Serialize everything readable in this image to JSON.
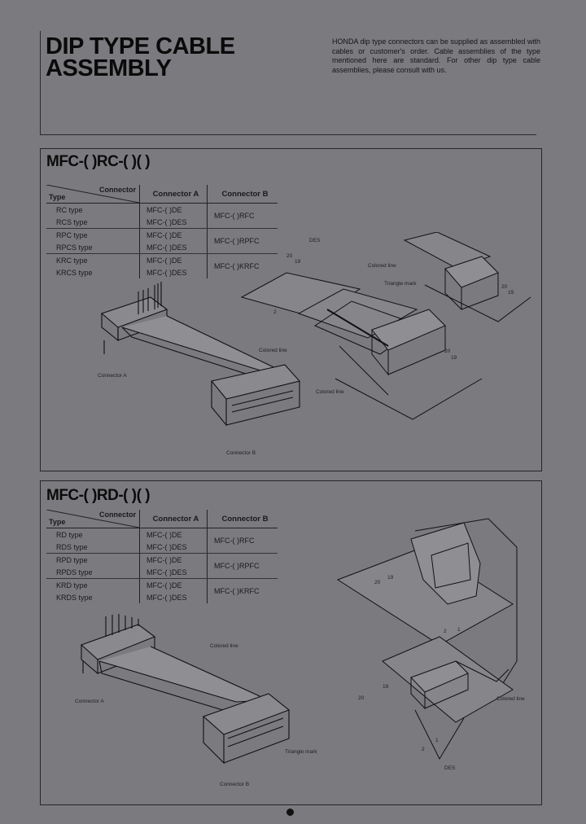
{
  "header": {
    "title_line1": "DIP TYPE CABLE",
    "title_line2": "ASSEMBLY",
    "intro": "HONDA dip type connectors can be supplied as assembled with cables or customer's order. Cable assemblies of the type mentioned here are standard. For other dip type cable assemblies, please consult with us."
  },
  "section1": {
    "model": "MFC-(    )RC-(    )(    )",
    "table": {
      "head_connector": "Connector",
      "head_type": "Type",
      "head_a": "Connector A",
      "head_b": "Connector B",
      "rows": [
        {
          "type": "RC type",
          "a": "MFC-(    )DE"
        },
        {
          "type": "RCS type",
          "a": "MFC-(    )DES"
        },
        {
          "type": "RPC type",
          "a": "MFC-(    )DE"
        },
        {
          "type": "RPCS type",
          "a": "MFC-(    )DES"
        },
        {
          "type": "KRC type",
          "a": "MFC-(    )DE"
        },
        {
          "type": "KRCS type",
          "a": "MFC-(    )DES"
        }
      ],
      "b_groups": [
        "MFC-(    )RFC",
        "MFC-(    )RPFC",
        "MFC-(    )KRFC"
      ]
    },
    "labels": {
      "connector_a": "Connector A",
      "connector_b": "Connector B",
      "colored_line_1": "Colored line",
      "colored_line_2": "Colored line",
      "colored_line_3": "Colored line",
      "triangle_mark": "Triangle mark",
      "des": "DES",
      "n20a": "20",
      "n19a": "19",
      "n2a": "2",
      "n20b": "20",
      "n19b": "19",
      "n20c": "20",
      "n19c": "19"
    }
  },
  "section2": {
    "model": "MFC-(    )RD-(    )(    )",
    "table": {
      "head_connector": "Connector",
      "head_type": "Type",
      "head_a": "Connector A",
      "head_b": "Connector B",
      "rows": [
        {
          "type": "RD type",
          "a": "MFC-(    )DE"
        },
        {
          "type": "RDS type",
          "a": "MFC-(    )DES"
        },
        {
          "type": "RPD type",
          "a": "MFC-(    )DE"
        },
        {
          "type": "RPDS type",
          "a": "MFC-(    )DES"
        },
        {
          "type": "KRD type",
          "a": "MFC-(    )DE"
        },
        {
          "type": "KRDS type",
          "a": "MFC-(    )DES"
        }
      ],
      "b_groups": [
        "MFC-(    )RFC",
        "MFC-(    )RPFC",
        "MFC-(    )KRFC"
      ]
    },
    "labels": {
      "connector_a": "Connector A",
      "connector_b": "Connector B",
      "colored_line_1": "Colored line",
      "colored_line_2": "Colored line",
      "triangle_mark": "Triangle mark",
      "des": "DES",
      "n20a": "20",
      "n19a": "19",
      "n2a": "2",
      "n1a": "1",
      "n20b": "20",
      "n19b": "19",
      "n2b": "2",
      "n1b": "1"
    }
  },
  "colors": {
    "page": "#7b7a7f",
    "ink": "#111111"
  }
}
